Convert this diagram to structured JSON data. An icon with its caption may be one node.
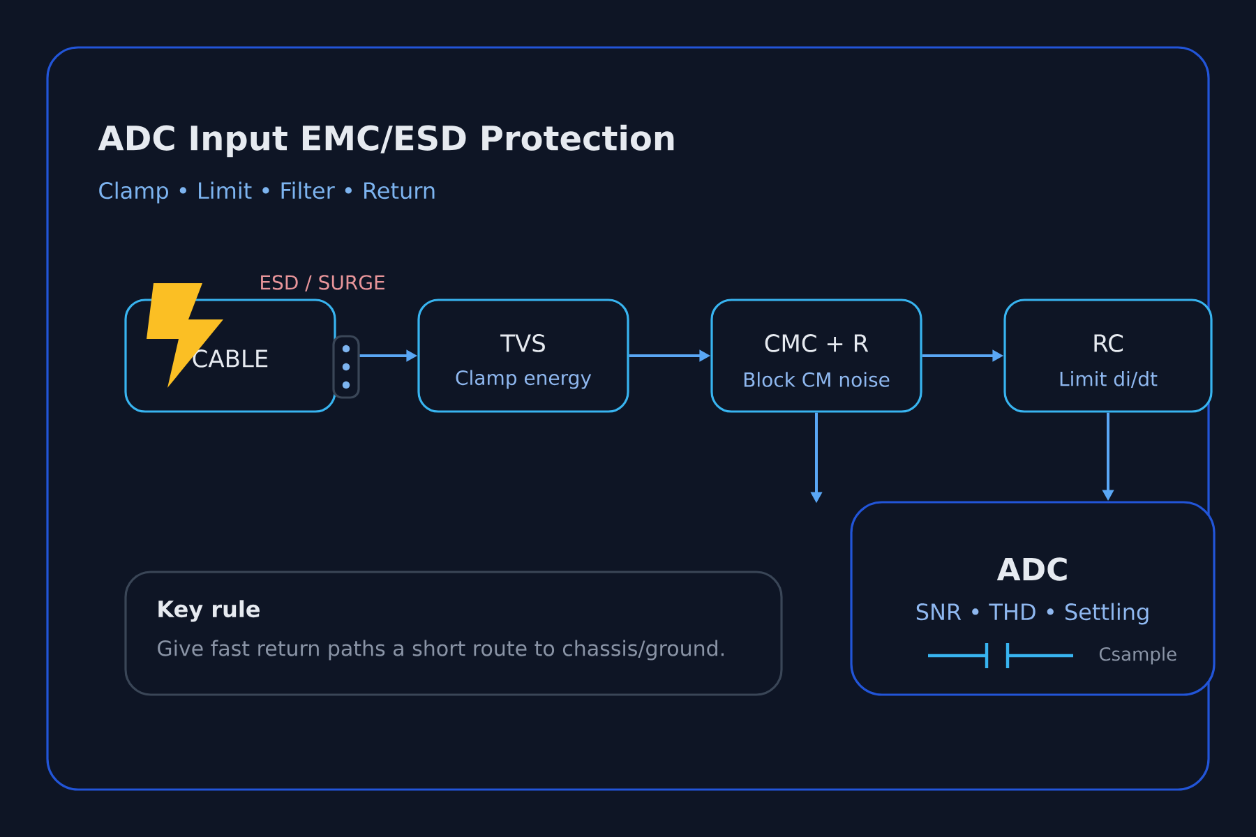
{
  "diagram": {
    "title": "ADC Input EMC/ESD Protection",
    "nodes": [
      {
        "text": [
          "CABLE"
        ],
        "beside": [
          "ESD / SURGE"
        ]
      },
      {
        "text": [],
        "shape": "box"
      },
      {
        "text": [
          "TVS",
          "Clamp energy"
        ]
      },
      {
        "text": [
          "CMC + R",
          "Block CM noise"
        ]
      },
      {
        "text": [
          "RC",
          "Limit di/dt"
        ]
      },
      {
        "text": [
          "ADC",
          "SNR • THD • Settling",
          "Csample"
        ]
      },
      {
        "text": [
          "Key rule",
          "Give fast return paths a short route to chassis/ground."
        ]
      }
    ],
    "edges": [
      {
        "from": 1,
        "to": 2,
        "arrow": "to"
      },
      {
        "from": 2,
        "to": 3,
        "arrow": "to"
      },
      {
        "from": 3,
        "to": 4,
        "arrow": "to"
      },
      {
        "from": 3,
        "to": null,
        "arrow": "to"
      },
      {
        "from": 4,
        "to": 5,
        "arrow": "to"
      }
    ],
    "labels": [
      "Clamp • Limit • Filter • Return"
    ]
  }
}
